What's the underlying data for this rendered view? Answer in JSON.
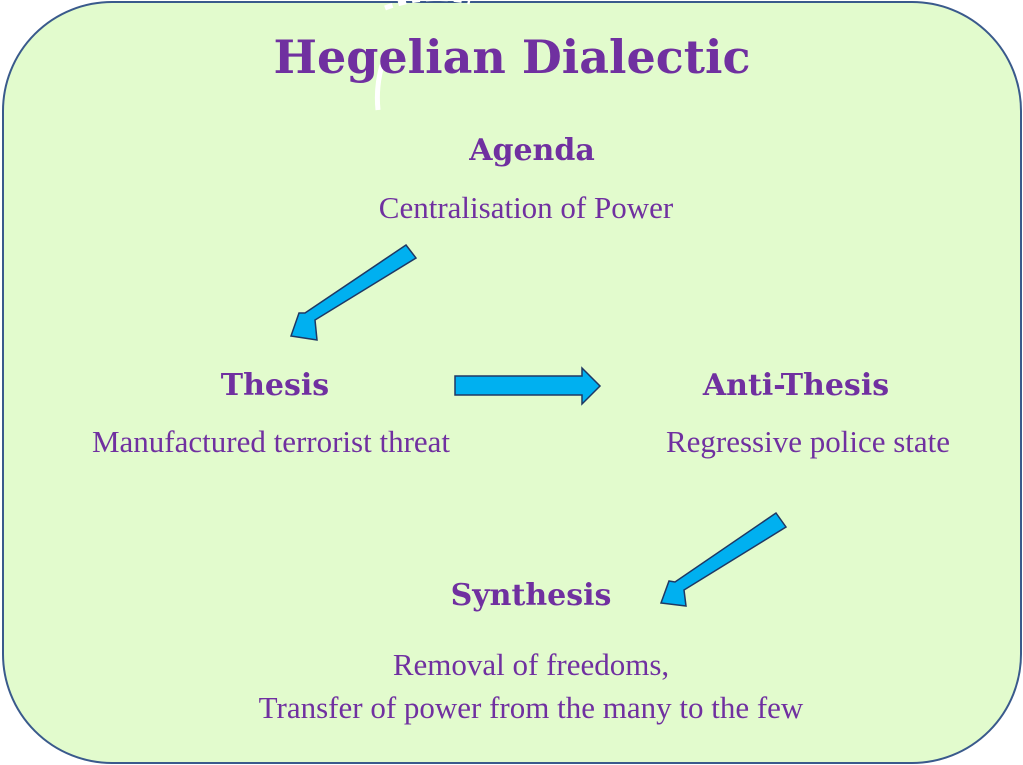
{
  "title": "Hegelian Dialectic",
  "agenda": {
    "heading": "Agenda",
    "text": "Centralisation of Power"
  },
  "thesis": {
    "heading": "Thesis",
    "text": "Manufactured terrorist threat"
  },
  "antithesis": {
    "heading": "Anti-Thesis",
    "text": "Regressive police state"
  },
  "synthesis": {
    "heading": "Synthesis",
    "lines": [
      "Removal of freedoms,",
      "Transfer of power from the many to the few"
    ]
  },
  "colors": {
    "text": "#7030a0",
    "arrow": "#00b0f0",
    "background": "#e2fbcd",
    "border": "#3a5a8c"
  }
}
